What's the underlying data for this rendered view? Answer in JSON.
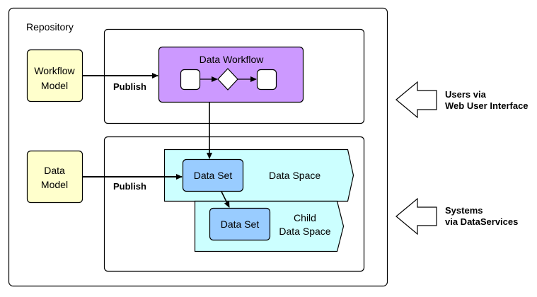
{
  "repository": {
    "label": "Repository"
  },
  "workflow_model": {
    "line1": "Workflow",
    "line2": "Model"
  },
  "data_model": {
    "line1": "Data",
    "line2": "Model"
  },
  "publish_top": "Publish",
  "publish_bottom": "Publish",
  "data_workflow": {
    "title": "Data Workflow"
  },
  "data_space": {
    "label": "Data Space",
    "data_set": "Data Set"
  },
  "child_space": {
    "line1": "Child",
    "line2": "Data Space",
    "data_set": "Data Set"
  },
  "users": {
    "line1": "Users via",
    "line2": "Web User Interface"
  },
  "systems": {
    "line1": "Systems",
    "line2": "via DataServices"
  },
  "colors": {
    "model_fill": "#ffffcc",
    "workflow_fill": "#cc99ff",
    "space_fill": "#ccffff",
    "dataset_fill": "#99ccff"
  }
}
